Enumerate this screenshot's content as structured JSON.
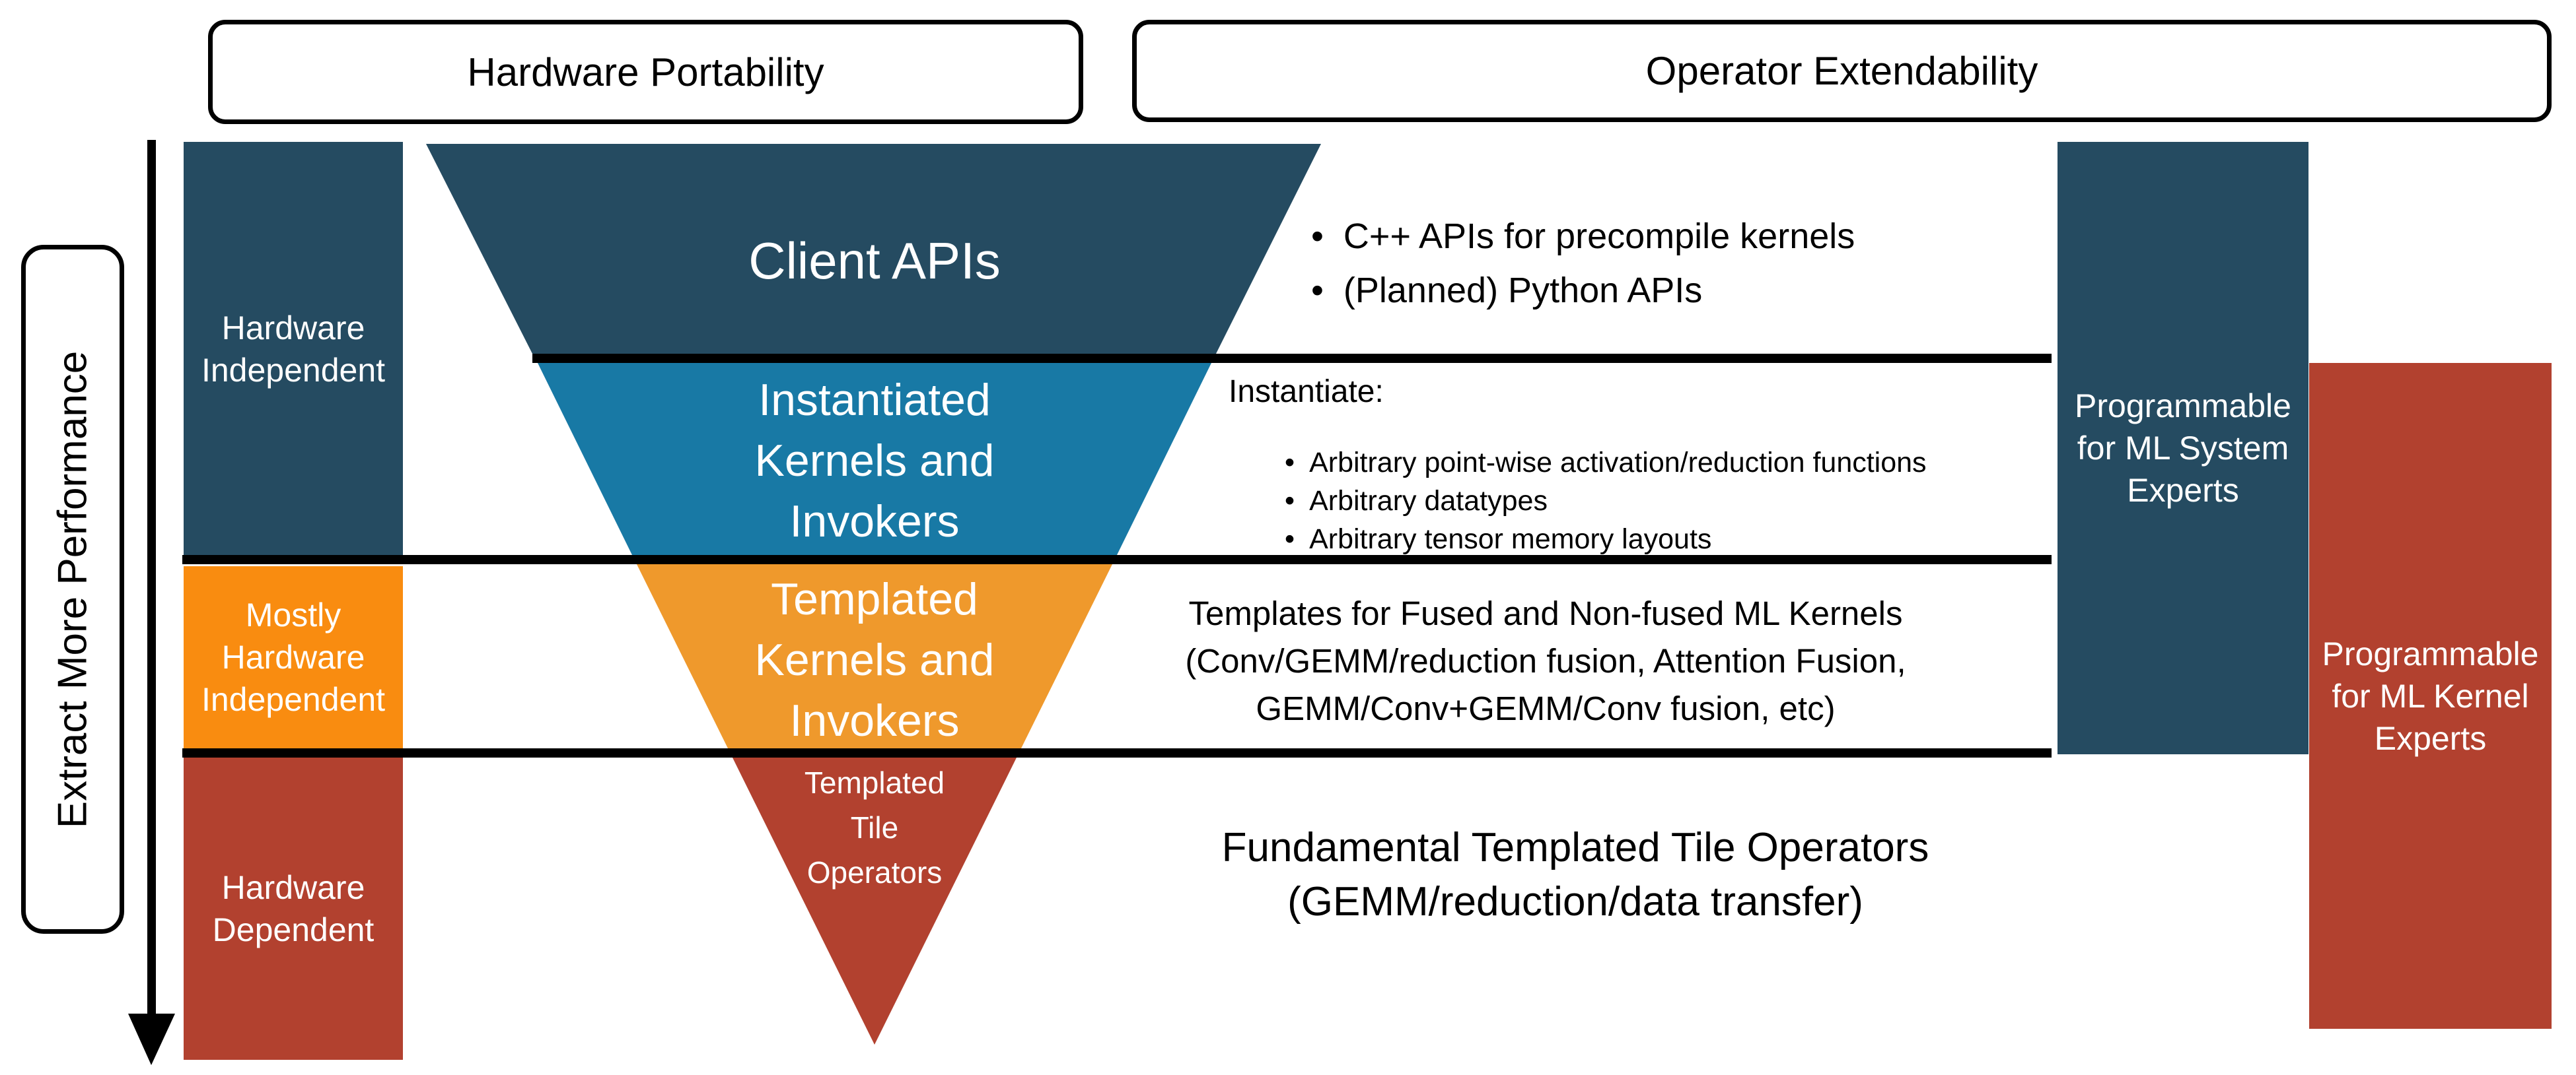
{
  "colors": {
    "navy": "#254B61",
    "teal": "#1879A5",
    "funnel_orange": "#EF992C",
    "bright_orange": "#F98C10",
    "brick_red": "#B2412F",
    "line_black": "#000000"
  },
  "header": {
    "hardware_portability": "Hardware Portability",
    "operator_extendability": "Operator Extendability"
  },
  "performance_axis": {
    "label": "Extract More Performance"
  },
  "hardware_levels": [
    {
      "lines": [
        "Hardware",
        "Independent"
      ]
    },
    {
      "lines": [
        "Mostly",
        "Hardware",
        "Independent"
      ]
    },
    {
      "lines": [
        "Hardware",
        "Dependent"
      ]
    }
  ],
  "funnel_layers": [
    {
      "lines": [
        "Client APIs"
      ]
    },
    {
      "lines": [
        "Instantiated",
        "Kernels and",
        "Invokers"
      ]
    },
    {
      "lines": [
        "Templated",
        "Kernels and",
        "Invokers"
      ]
    },
    {
      "lines": [
        "Templated",
        "Tile",
        "Operators"
      ]
    }
  ],
  "annotations": {
    "client_api_bullets": [
      "C++ APIs for precompile kernels",
      "(Planned) Python APIs"
    ],
    "instantiate_heading": "Instantiate:",
    "instantiate_bullets": [
      "Arbitrary point-wise activation/reduction functions",
      "Arbitrary datatypes",
      "Arbitrary tensor memory layouts"
    ],
    "templates_note_lines": [
      "Templates for Fused and Non-fused ML Kernels",
      "(Conv/GEMM/reduction fusion, Attention Fusion,",
      "GEMM/Conv+GEMM/Conv fusion, etc)"
    ],
    "fundamental_note_lines": [
      "Fundamental Templated Tile Operators",
      "(GEMM/reduction/data transfer)"
    ]
  },
  "audience_boxes": [
    {
      "lines": [
        "Programmable",
        "for ML System",
        "Experts"
      ]
    },
    {
      "lines": [
        "Programmable",
        "for ML Kernel",
        "Experts"
      ]
    }
  ]
}
